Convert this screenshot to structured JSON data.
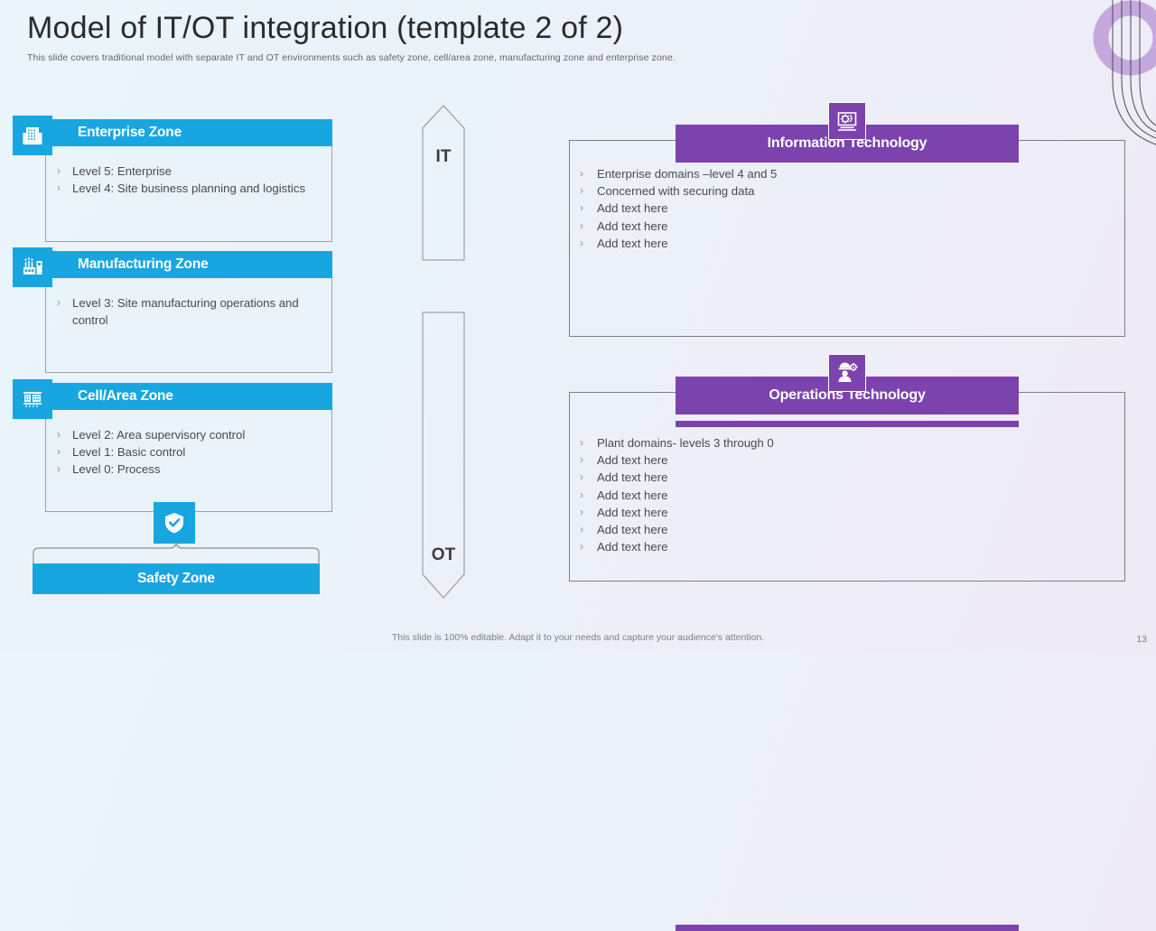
{
  "header": {
    "title": "Model of IT/OT integration  (template 2 of 2)",
    "subtitle": "This slide covers traditional model with separate IT and OT  environments such as safety zone, cell/area zone, manufacturing zone and enterprise zone."
  },
  "colors": {
    "blue": "#18a6e0",
    "purple": "#7c42ad",
    "text": "#4a4a4a",
    "border": "#9aa0a6",
    "deco_purple": "#c4a8de"
  },
  "zones": [
    {
      "title": "Enterprise Zone",
      "icon": "office-building-icon",
      "items": [
        "Level 5: Enterprise",
        "Level 4: Site business planning and logistics"
      ]
    },
    {
      "title": "Manufacturing Zone",
      "icon": "factory-icon",
      "items": [
        "Level 3: Site manufacturing operations and control"
      ]
    },
    {
      "title": "Cell/Area Zone",
      "icon": "plant-layout-icon",
      "items": [
        "Level 2: Area supervisory  control",
        "Level 1: Basic control",
        "Level 0: Process"
      ]
    }
  ],
  "safety": {
    "title": "Safety Zone",
    "icon": "shield-check-icon"
  },
  "arrows": [
    {
      "label": "IT",
      "direction": "up"
    },
    {
      "label": "OT",
      "direction": "down"
    }
  ],
  "panels": [
    {
      "title": "Information Technology",
      "icon": "monitor-gear-icon",
      "items": [
        "Enterprise domains –level 4 and 5",
        "Concerned with securing data",
        "Add text here",
        "Add text here",
        "Add text here"
      ]
    },
    {
      "title": "Operations Technology",
      "icon": "worker-gear-icon",
      "items": [
        "Plant domains- levels 3 through  0",
        "Add text here",
        "Add text here",
        "Add text here",
        "Add text here",
        "Add text here",
        "Add text here"
      ]
    }
  ],
  "bullet_glyph": "›",
  "footer": {
    "note": "This slide is 100% editable. Adapt it to your needs and capture your audience's attention.",
    "page_number": "13"
  }
}
